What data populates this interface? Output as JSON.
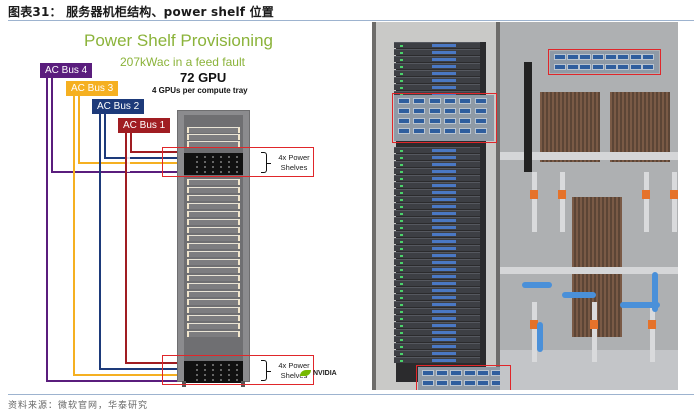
{
  "figure": {
    "title": "图表31：  服务器机柜结构、power shelf 位置",
    "source": "资料来源：微软官网，华泰研究"
  },
  "diagram": {
    "title": "Power Shelf Provisioning",
    "subtitle": "207kWac in a feed fault",
    "gpu_count": "72 GPU",
    "gpu_note": "4 GPUs per compute tray",
    "buses": [
      {
        "label": "AC Bus 4",
        "color": "#5a1d7d"
      },
      {
        "label": "AC Bus 3",
        "color": "#f5b021"
      },
      {
        "label": "AC Bus 2",
        "color": "#1d3a7a"
      },
      {
        "label": "AC Bus 1",
        "color": "#a01d22"
      }
    ],
    "power_shelf_groups": [
      {
        "position": "top",
        "label_line1": "4x Power",
        "label_line2": "Shelves"
      },
      {
        "position": "bottom",
        "label_line1": "4x Power",
        "label_line2": "Shelves"
      }
    ],
    "highlight_color": "#e0262a",
    "brand": "NVIDIA"
  },
  "photo": {
    "description": "Server rack photo with highlighted power shelves",
    "highlights": [
      "right-cabinet-top-power-shelf",
      "left-cabinet-upper-power-shelves",
      "left-cabinet-bottom-power-shelf"
    ]
  }
}
